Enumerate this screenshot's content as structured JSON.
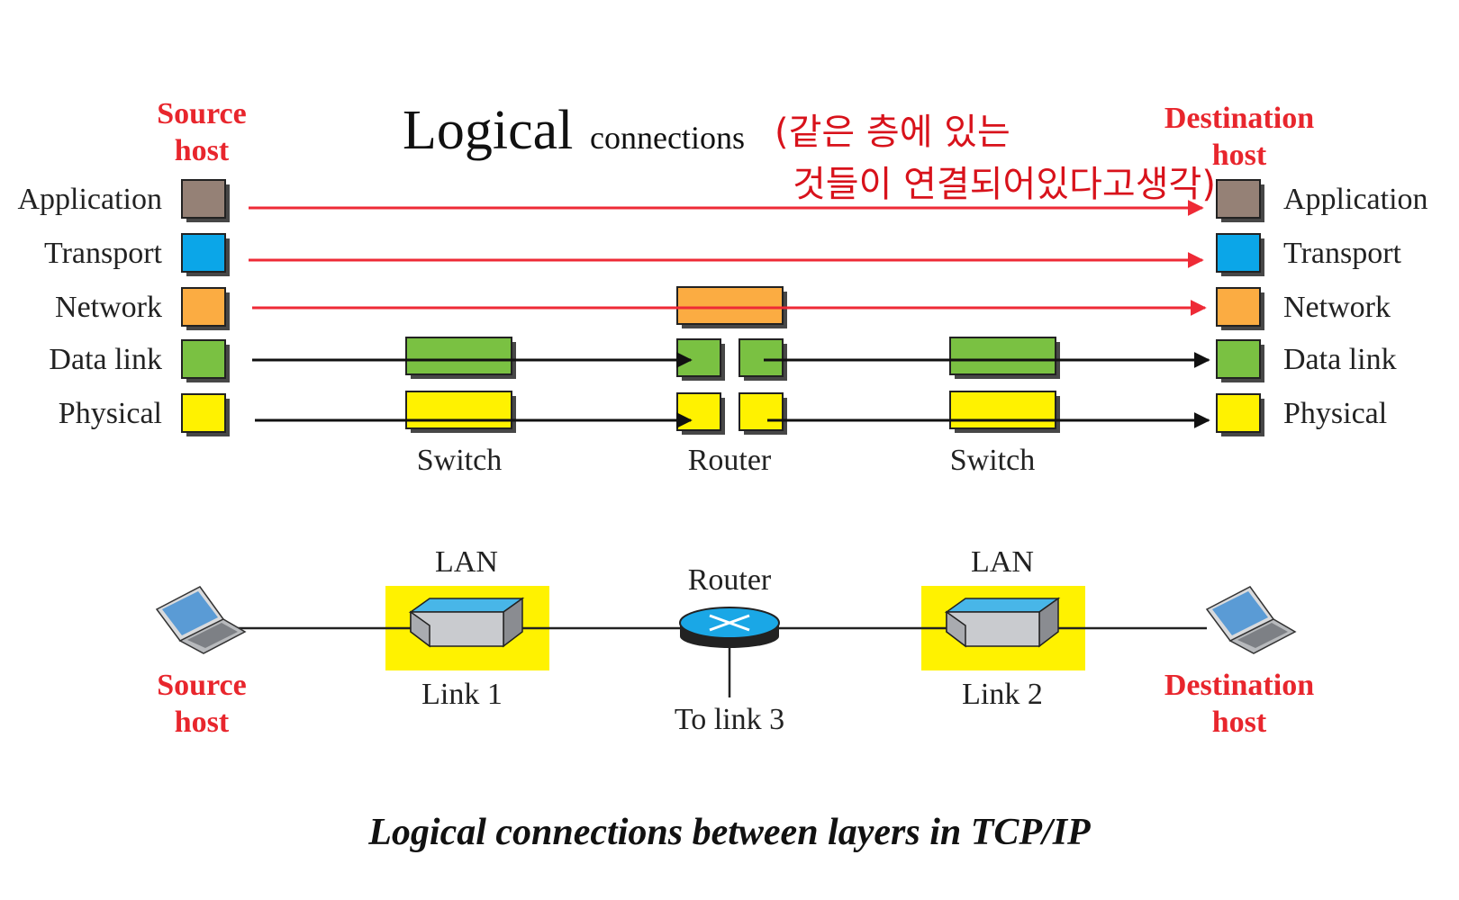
{
  "title": {
    "large": "Logical",
    "small": "connections",
    "note_line1": "(같은 층에 있는",
    "note_line2": "것들이 연결되어있다고생각)"
  },
  "source_host_label": [
    "Source",
    "host"
  ],
  "destination_host_label": [
    "Destination",
    "host"
  ],
  "layers": [
    {
      "name": "Application",
      "color": "#958176",
      "connection": "logical"
    },
    {
      "name": "Transport",
      "color": "#0ba6e8",
      "connection": "logical"
    },
    {
      "name": "Network",
      "color": "#fbac42",
      "connection": "logical"
    },
    {
      "name": "Data link",
      "color": "#7ac142",
      "connection": "hop"
    },
    {
      "name": "Physical",
      "color": "#fff200",
      "connection": "hop"
    }
  ],
  "devices": {
    "switch_left": "Switch",
    "router": "Router",
    "switch_right": "Switch"
  },
  "network": {
    "lan_left": "LAN",
    "lan_right": "LAN",
    "router": "Router",
    "link1": "Link 1",
    "link2": "Link 2",
    "link3": "To link 3",
    "source_host": [
      "Source",
      "host"
    ],
    "destination_host": [
      "Destination",
      "host"
    ]
  },
  "colors": {
    "logical_arrow": "#ee2a36",
    "hop_arrow": "#111111",
    "lan_highlight": "#fff200",
    "router_blue": "#1aa7e6",
    "host_text": "#e8262d"
  },
  "caption": "Logical connections between layers in TCP/IP"
}
